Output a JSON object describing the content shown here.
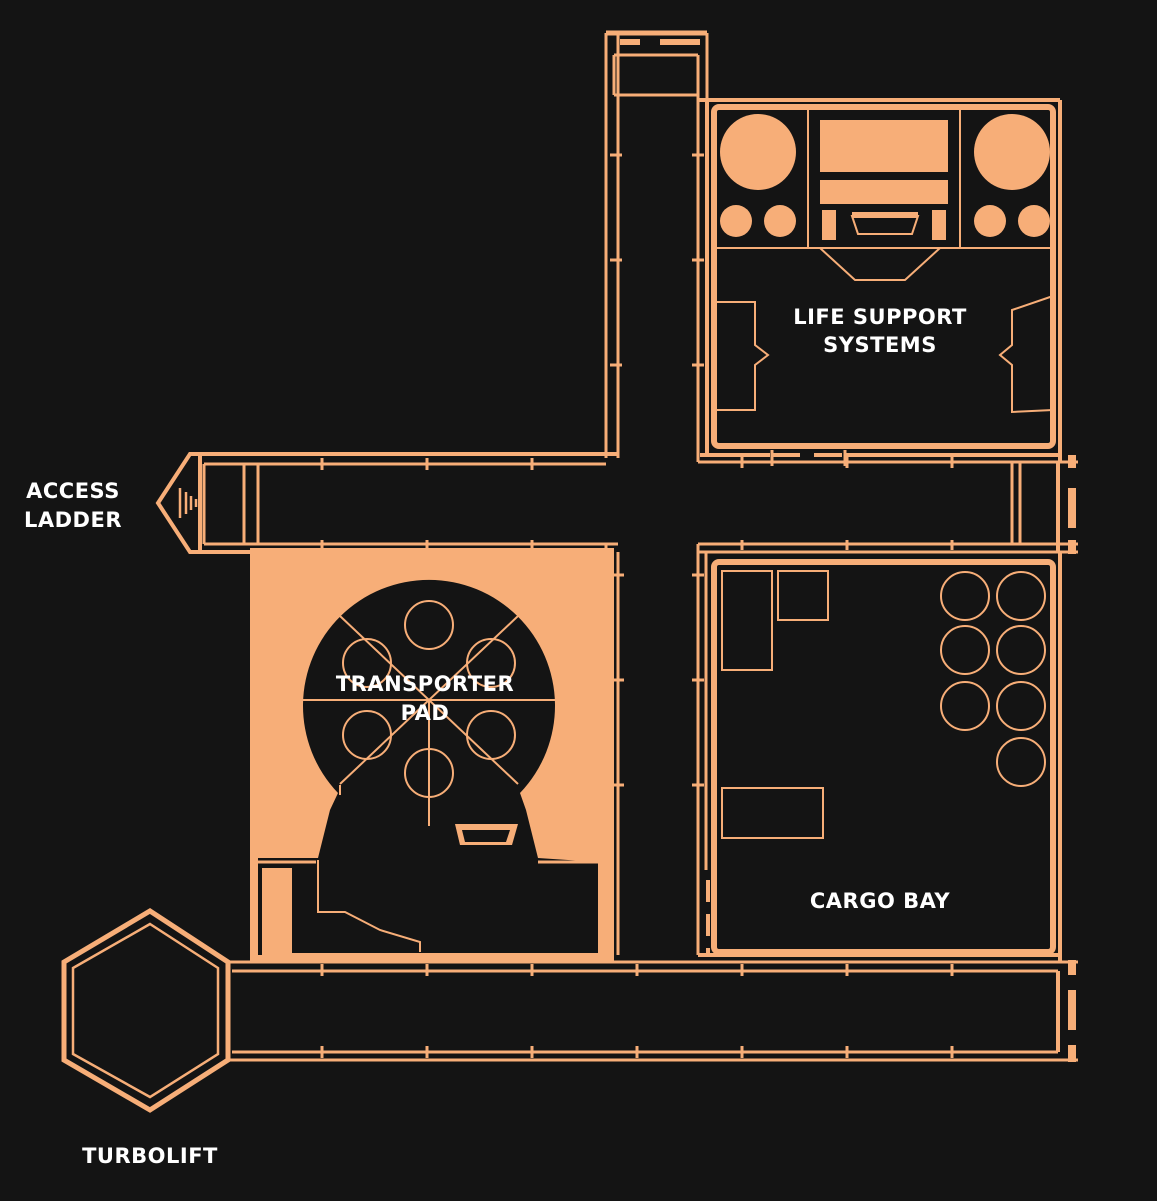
{
  "map": {
    "rooms": {
      "life_support": {
        "line1": "LIFE SUPPORT",
        "line2": "SYSTEMS"
      },
      "access_ladder": {
        "line1": "ACCESS",
        "line2": "LADDER"
      },
      "transporter_pad": {
        "line1": "TRANSPORTER",
        "line2": "PAD"
      },
      "cargo_bay": {
        "line1": "CARGO BAY"
      },
      "turbolift": {
        "line1": "TURBOLIFT"
      }
    }
  },
  "colors": {
    "background": "#141414",
    "structure": "#F7AE78",
    "label": "#FFFFFF"
  }
}
